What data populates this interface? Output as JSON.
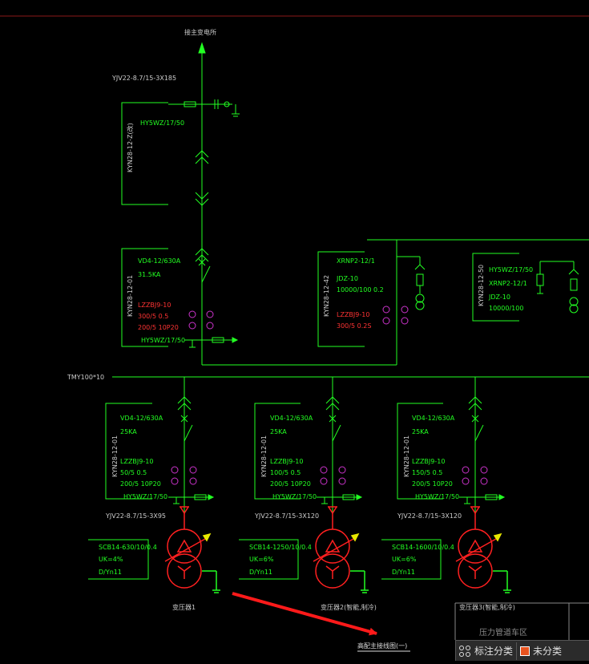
{
  "diagram": {
    "top_label": "接主变电所",
    "incoming_cable": "YJV22-8.7/15-3X185",
    "incoming_cabinet": "KYN28-12-Z(改)",
    "arrester_top": "HY5WZ/17/50",
    "main_cabinet": {
      "code": "KYN28-12-01",
      "breaker": "VD4-12/630A",
      "breaking": "31.5KA",
      "ct_model": "LZZBJ9-10",
      "ct_ratio": "300/5 0.5",
      "ct_ratio2": "200/5 10P20",
      "arrester": "HY5WZ/17/50"
    },
    "pt_cabinet": {
      "code": "KYN28-12-42",
      "fuse": "XRNP2-12/1",
      "pt": "JDZ-10",
      "pt_ratio": "10000/100 0.2",
      "ct_model": "LZZBJ9-10",
      "ct_ratio": "300/5 0.2S"
    },
    "meter_cabinet": {
      "code": "KYN28-12-50",
      "arrester": "HY5WZ/17/50",
      "fuse": "XRNP2-12/1",
      "pt": "JDZ-10",
      "pt_ratio": "10000/100"
    },
    "busbar": "TMY100*10",
    "feeders": [
      {
        "code": "KYN28-12-01",
        "breaker": "VD4-12/630A",
        "breaking": "25KA",
        "ct_model": "LZZBJ9-10",
        "ct_ratio": "50/5 0.5",
        "ct_ratio2": "200/5 10P20",
        "arrester": "HY5WZ/17/50",
        "cable": "YJV22-8.7/15-3X95",
        "tx_model": "SCB14-630/10/0.4",
        "uk": "UK=4%",
        "vector": "D/Yn11",
        "tx_name": "变压器1"
      },
      {
        "code": "KYN28-12-01",
        "breaker": "VD4-12/630A",
        "breaking": "25KA",
        "ct_model": "LZZBJ9-10",
        "ct_ratio": "100/5 0.5",
        "ct_ratio2": "200/5 10P20",
        "arrester": "HY5WZ/17/50",
        "cable": "YJV22-8.7/15-3X120",
        "tx_model": "SCB14-1250/10/0.4",
        "uk": "UK=6%",
        "vector": "D/Yn11",
        "tx_name": "变压器2(智能,制冷)"
      },
      {
        "code": "KYN28-12-01",
        "breaker": "VD4-12/630A",
        "breaking": "25KA",
        "ct_model": "LZZBJ9-10",
        "ct_ratio": "150/5 0.5",
        "ct_ratio2": "200/5 10P20",
        "arrester": "HY5WZ/17/50",
        "cable": "YJV22-8.7/15-3X120",
        "tx_model": "SCB14-1600/10/0.4",
        "uk": "UK=6%",
        "vector": "D/Yn11",
        "tx_name": "变压器3(智能,制冷)"
      }
    ],
    "bottom_title": "高配主接线图(一)",
    "table_label": "压力管道车区"
  },
  "toolbar": {
    "label_classify": "标注分类",
    "unclassified": "未分类",
    "icons": {
      "grid": "grid-icon",
      "square": "color-square-icon"
    },
    "colors": {
      "accent": "#e8531f"
    }
  },
  "colors": {
    "line": "#22ff22",
    "label": "#cccccc",
    "red_text": "#ff3333",
    "red_symbol": "#ff2020",
    "pink": "#cc33cc",
    "annotation_arrow": "#ff1a1a",
    "top_border": "#8b1a1a"
  }
}
